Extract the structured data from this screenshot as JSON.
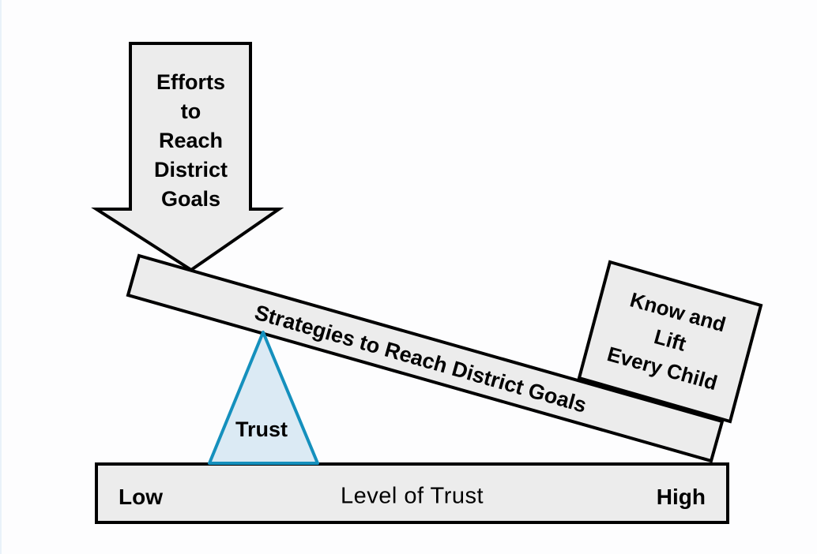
{
  "diagram": {
    "arrow_label": "Efforts\nto\nReach\nDistrict\nGoals",
    "plank_label": "Strategies to Reach District Goals",
    "box_label": "Know and\nLift\nEvery Child",
    "fulcrum_label": "Trust",
    "scale_bar": {
      "left_label": "Low",
      "center_label": "Level of Trust",
      "right_label": "High"
    },
    "colors": {
      "shape_fill": "#ececec",
      "shape_stroke": "#000000",
      "fulcrum_fill": "#dbeaf4",
      "fulcrum_stroke": "#1590bd"
    }
  }
}
